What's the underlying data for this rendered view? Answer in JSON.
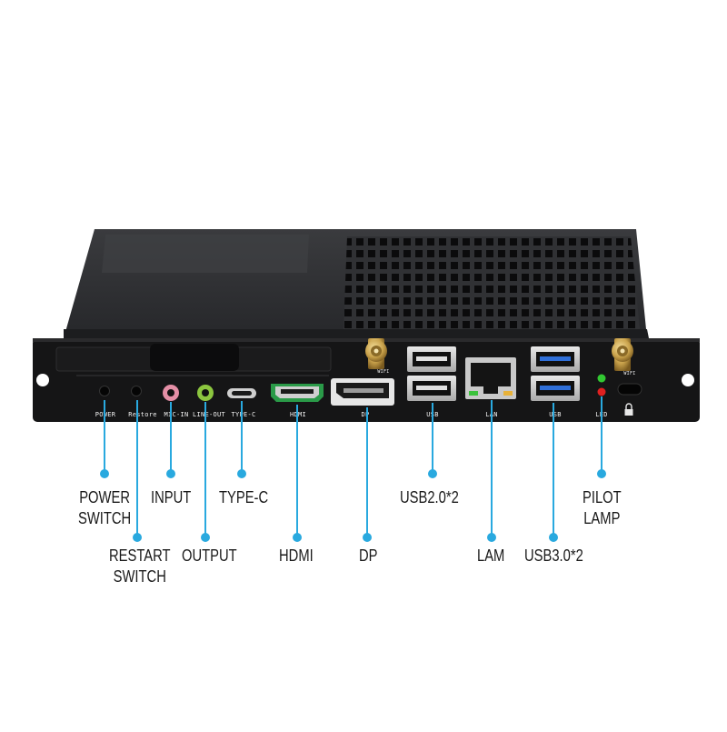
{
  "panel": {
    "port_labels": {
      "power": "POWER",
      "restore": "Restore",
      "mic_in": "MIC-IN",
      "line_out": "LINE-OUT",
      "type_c": "TYPE-C",
      "hdmi": "HDMI",
      "dp": "DP",
      "usb_left": "USB",
      "lan": "LAN",
      "usb_right": "USB",
      "led": "LED",
      "wifi_left": "WIFI",
      "wifi_right": "WIFI"
    }
  },
  "callouts": {
    "power_switch": [
      "POWER",
      "SWITCH"
    ],
    "restart_switch": [
      "RESTART",
      "SWITCH"
    ],
    "input": [
      "INPUT"
    ],
    "output": [
      "OUTPUT"
    ],
    "type_c": [
      "TYPE-C"
    ],
    "hdmi": [
      "HDMI"
    ],
    "dp": [
      "DP"
    ],
    "usb2": [
      "USB2.0*2"
    ],
    "lam": [
      "LAM"
    ],
    "usb3": [
      "USB3.0*2"
    ],
    "pilot_lamp": [
      "PILOT",
      "LAMP"
    ]
  },
  "colors": {
    "chassis": "#2c2d2f",
    "chassis_top": "#222325",
    "front_plate": "#141414",
    "callout_line": "#29a9df",
    "callout_dot": "#29a9df",
    "mic_jack": "#e48fa6",
    "line_out_jack": "#8cc63f",
    "usb3_blue": "#2f6fd8",
    "led_green": "#32c832",
    "led_red": "#e02020",
    "gold": "#c9a24b"
  }
}
